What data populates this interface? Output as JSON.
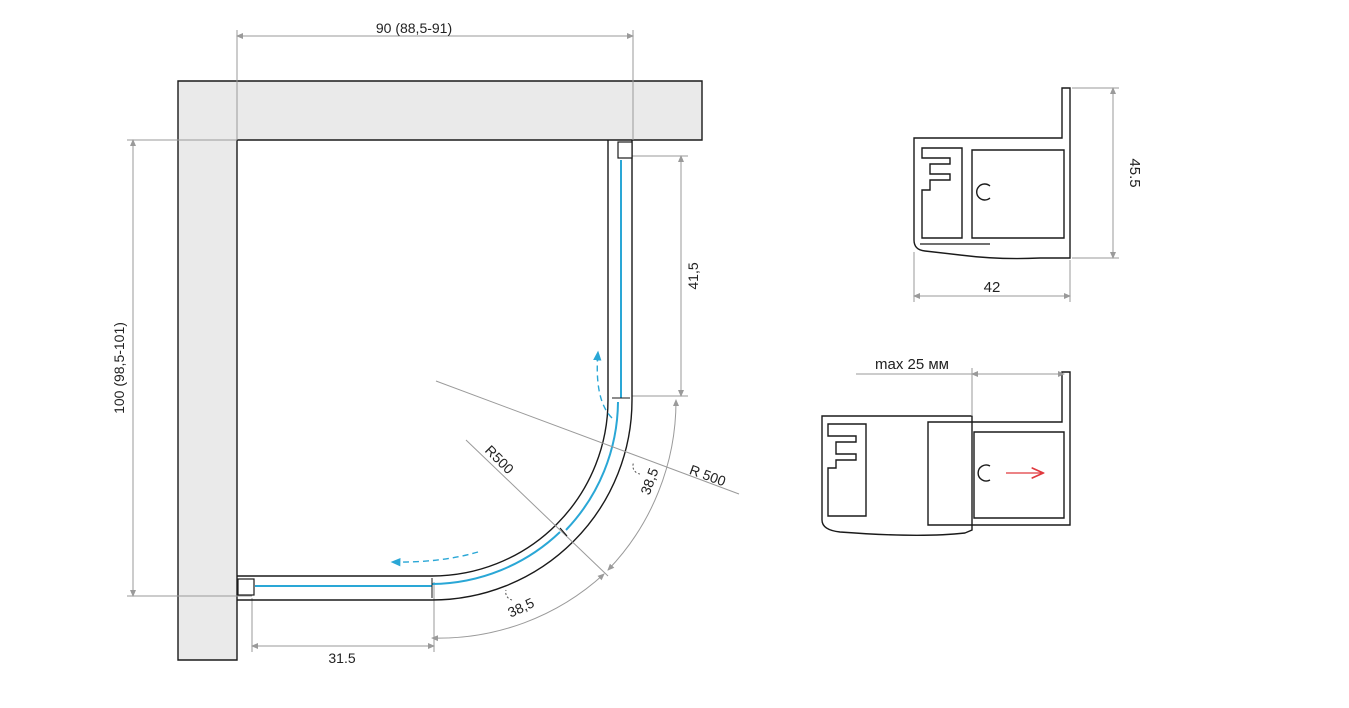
{
  "plan": {
    "width_label": "90 (88,5-91)",
    "depth_label": "100 (98,5-101)",
    "side_panel_label": "41,5",
    "front_panel_label": "31.5",
    "arc_label_right": "38,5",
    "arc_label_bottom": "38,5",
    "radius_inner_label": "R500",
    "radius_outer_label": "R 500"
  },
  "profile_top": {
    "width_label": "42",
    "height_label": "45.5"
  },
  "profile_bottom": {
    "adjust_label": "max 25 мм"
  },
  "colors": {
    "glass": "#2aa7d6",
    "arrow_open": "#2aa7d6",
    "arrow_adjust": "#e0393e",
    "wall_fill": "#eaeaea",
    "dimension": "#9a9a9a"
  }
}
